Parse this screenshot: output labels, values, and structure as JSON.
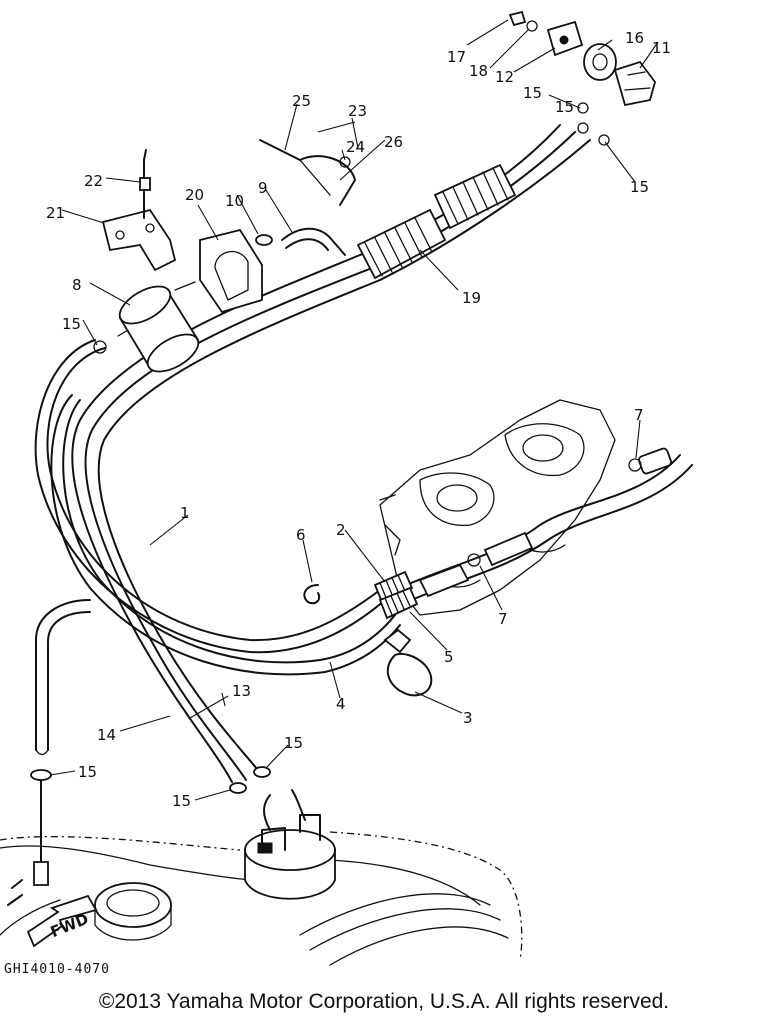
{
  "callouts": [
    {
      "id": "1",
      "label": "1"
    },
    {
      "id": "2",
      "label": "2"
    },
    {
      "id": "3",
      "label": "3"
    },
    {
      "id": "4",
      "label": "4"
    },
    {
      "id": "5",
      "label": "5"
    },
    {
      "id": "6",
      "label": "6"
    },
    {
      "id": "7a",
      "label": "7"
    },
    {
      "id": "7b",
      "label": "7"
    },
    {
      "id": "8",
      "label": "8"
    },
    {
      "id": "9",
      "label": "9"
    },
    {
      "id": "10",
      "label": "10"
    },
    {
      "id": "11",
      "label": "11"
    },
    {
      "id": "12",
      "label": "12"
    },
    {
      "id": "13",
      "label": "13"
    },
    {
      "id": "14",
      "label": "14"
    },
    {
      "id": "15a",
      "label": "15"
    },
    {
      "id": "15b",
      "label": "15"
    },
    {
      "id": "15c",
      "label": "15"
    },
    {
      "id": "15d",
      "label": "15"
    },
    {
      "id": "15e",
      "label": "15"
    },
    {
      "id": "15f",
      "label": "15"
    },
    {
      "id": "15g",
      "label": "15"
    },
    {
      "id": "16",
      "label": "16"
    },
    {
      "id": "17",
      "label": "17"
    },
    {
      "id": "18",
      "label": "18"
    },
    {
      "id": "19",
      "label": "19"
    },
    {
      "id": "20",
      "label": "20"
    },
    {
      "id": "21",
      "label": "21"
    },
    {
      "id": "22",
      "label": "22"
    },
    {
      "id": "23",
      "label": "23"
    },
    {
      "id": "24",
      "label": "24"
    },
    {
      "id": "25",
      "label": "25"
    },
    {
      "id": "26",
      "label": "26"
    }
  ],
  "fwd_marker": "FWD",
  "drawing_code": "GHI4010-4070",
  "copyright": "©2013 Yamaha Motor Corporation, U.S.A. All rights reserved."
}
